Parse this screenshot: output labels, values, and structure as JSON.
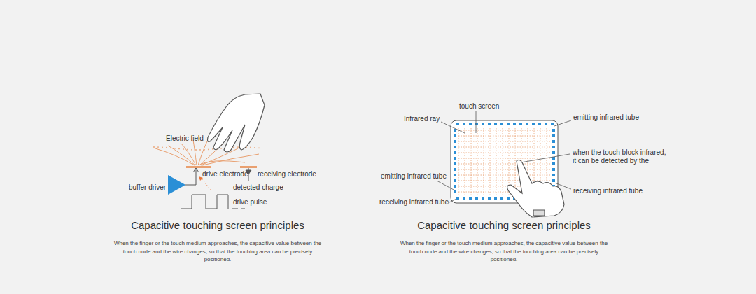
{
  "diagram": {
    "title": "Capacitive touching screen principles",
    "caption": "When the finger or the touch medium approaches, the capacitive value between the touch node and the wire changes, so that the touching area can be precisely positioned.",
    "labels": [
      "Electric field",
      "drive electrode",
      "receiving electrode",
      "buffer driver",
      "detected charge",
      "drive pulse",
      "touch screen",
      "Infrared ray",
      "emitting infrared tube",
      "when the touch block infrared, it can be detected by the",
      "emitting infrared tube",
      "receiving infrared tube",
      "receiving infrared tube",
      "Capacitive touching screen principles",
      "When the finger or the touch medium approaches, the capacitive value between the touch node and the wire changes, so that the touching area can be precisely positioned."
    ]
  }
}
